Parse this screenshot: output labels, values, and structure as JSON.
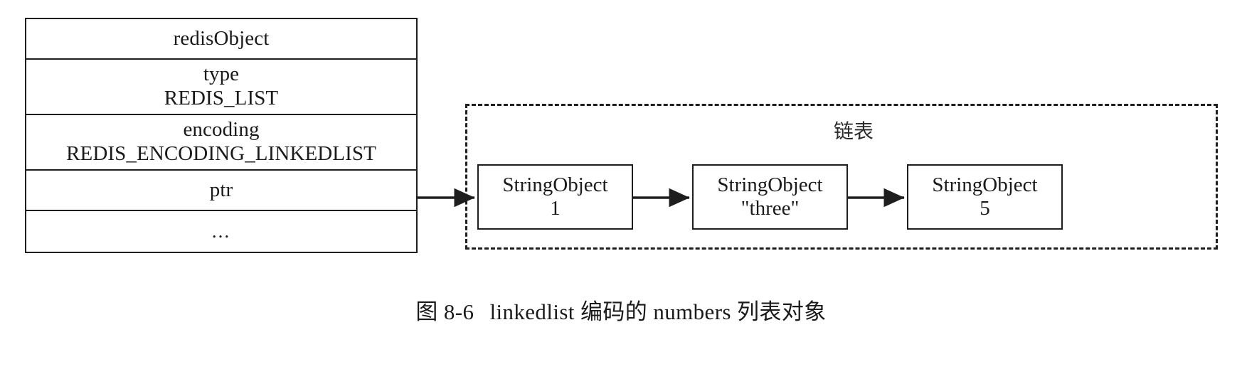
{
  "figure": {
    "caption_label": "图 8-6",
    "caption_text": "linkedlist 编码的 numbers 列表对象"
  },
  "redis_object": {
    "title": "redisObject",
    "fields": [
      {
        "name": "type",
        "value": "REDIS_LIST"
      },
      {
        "name": "encoding",
        "value": "REDIS_ENCODING_LINKEDLIST"
      },
      {
        "name": "ptr",
        "value": ""
      },
      {
        "name": "...",
        "value": ""
      }
    ],
    "rows": [
      {
        "line1": "redisObject",
        "line2": ""
      },
      {
        "line1": "type",
        "line2": "REDIS_LIST"
      },
      {
        "line1": "encoding",
        "line2": "REDIS_ENCODING_LINKEDLIST"
      },
      {
        "line1": "ptr",
        "line2": ""
      },
      {
        "line1": "...",
        "line2": ""
      }
    ]
  },
  "linked_list": {
    "label": "链表",
    "nodes": [
      {
        "type": "StringObject",
        "value": "1"
      },
      {
        "type": "StringObject",
        "value": "\"three\""
      },
      {
        "type": "StringObject",
        "value": "5"
      }
    ]
  },
  "colors": {
    "stroke": "#1e1e1e",
    "text": "#1a1a1a",
    "background": "#ffffff"
  }
}
